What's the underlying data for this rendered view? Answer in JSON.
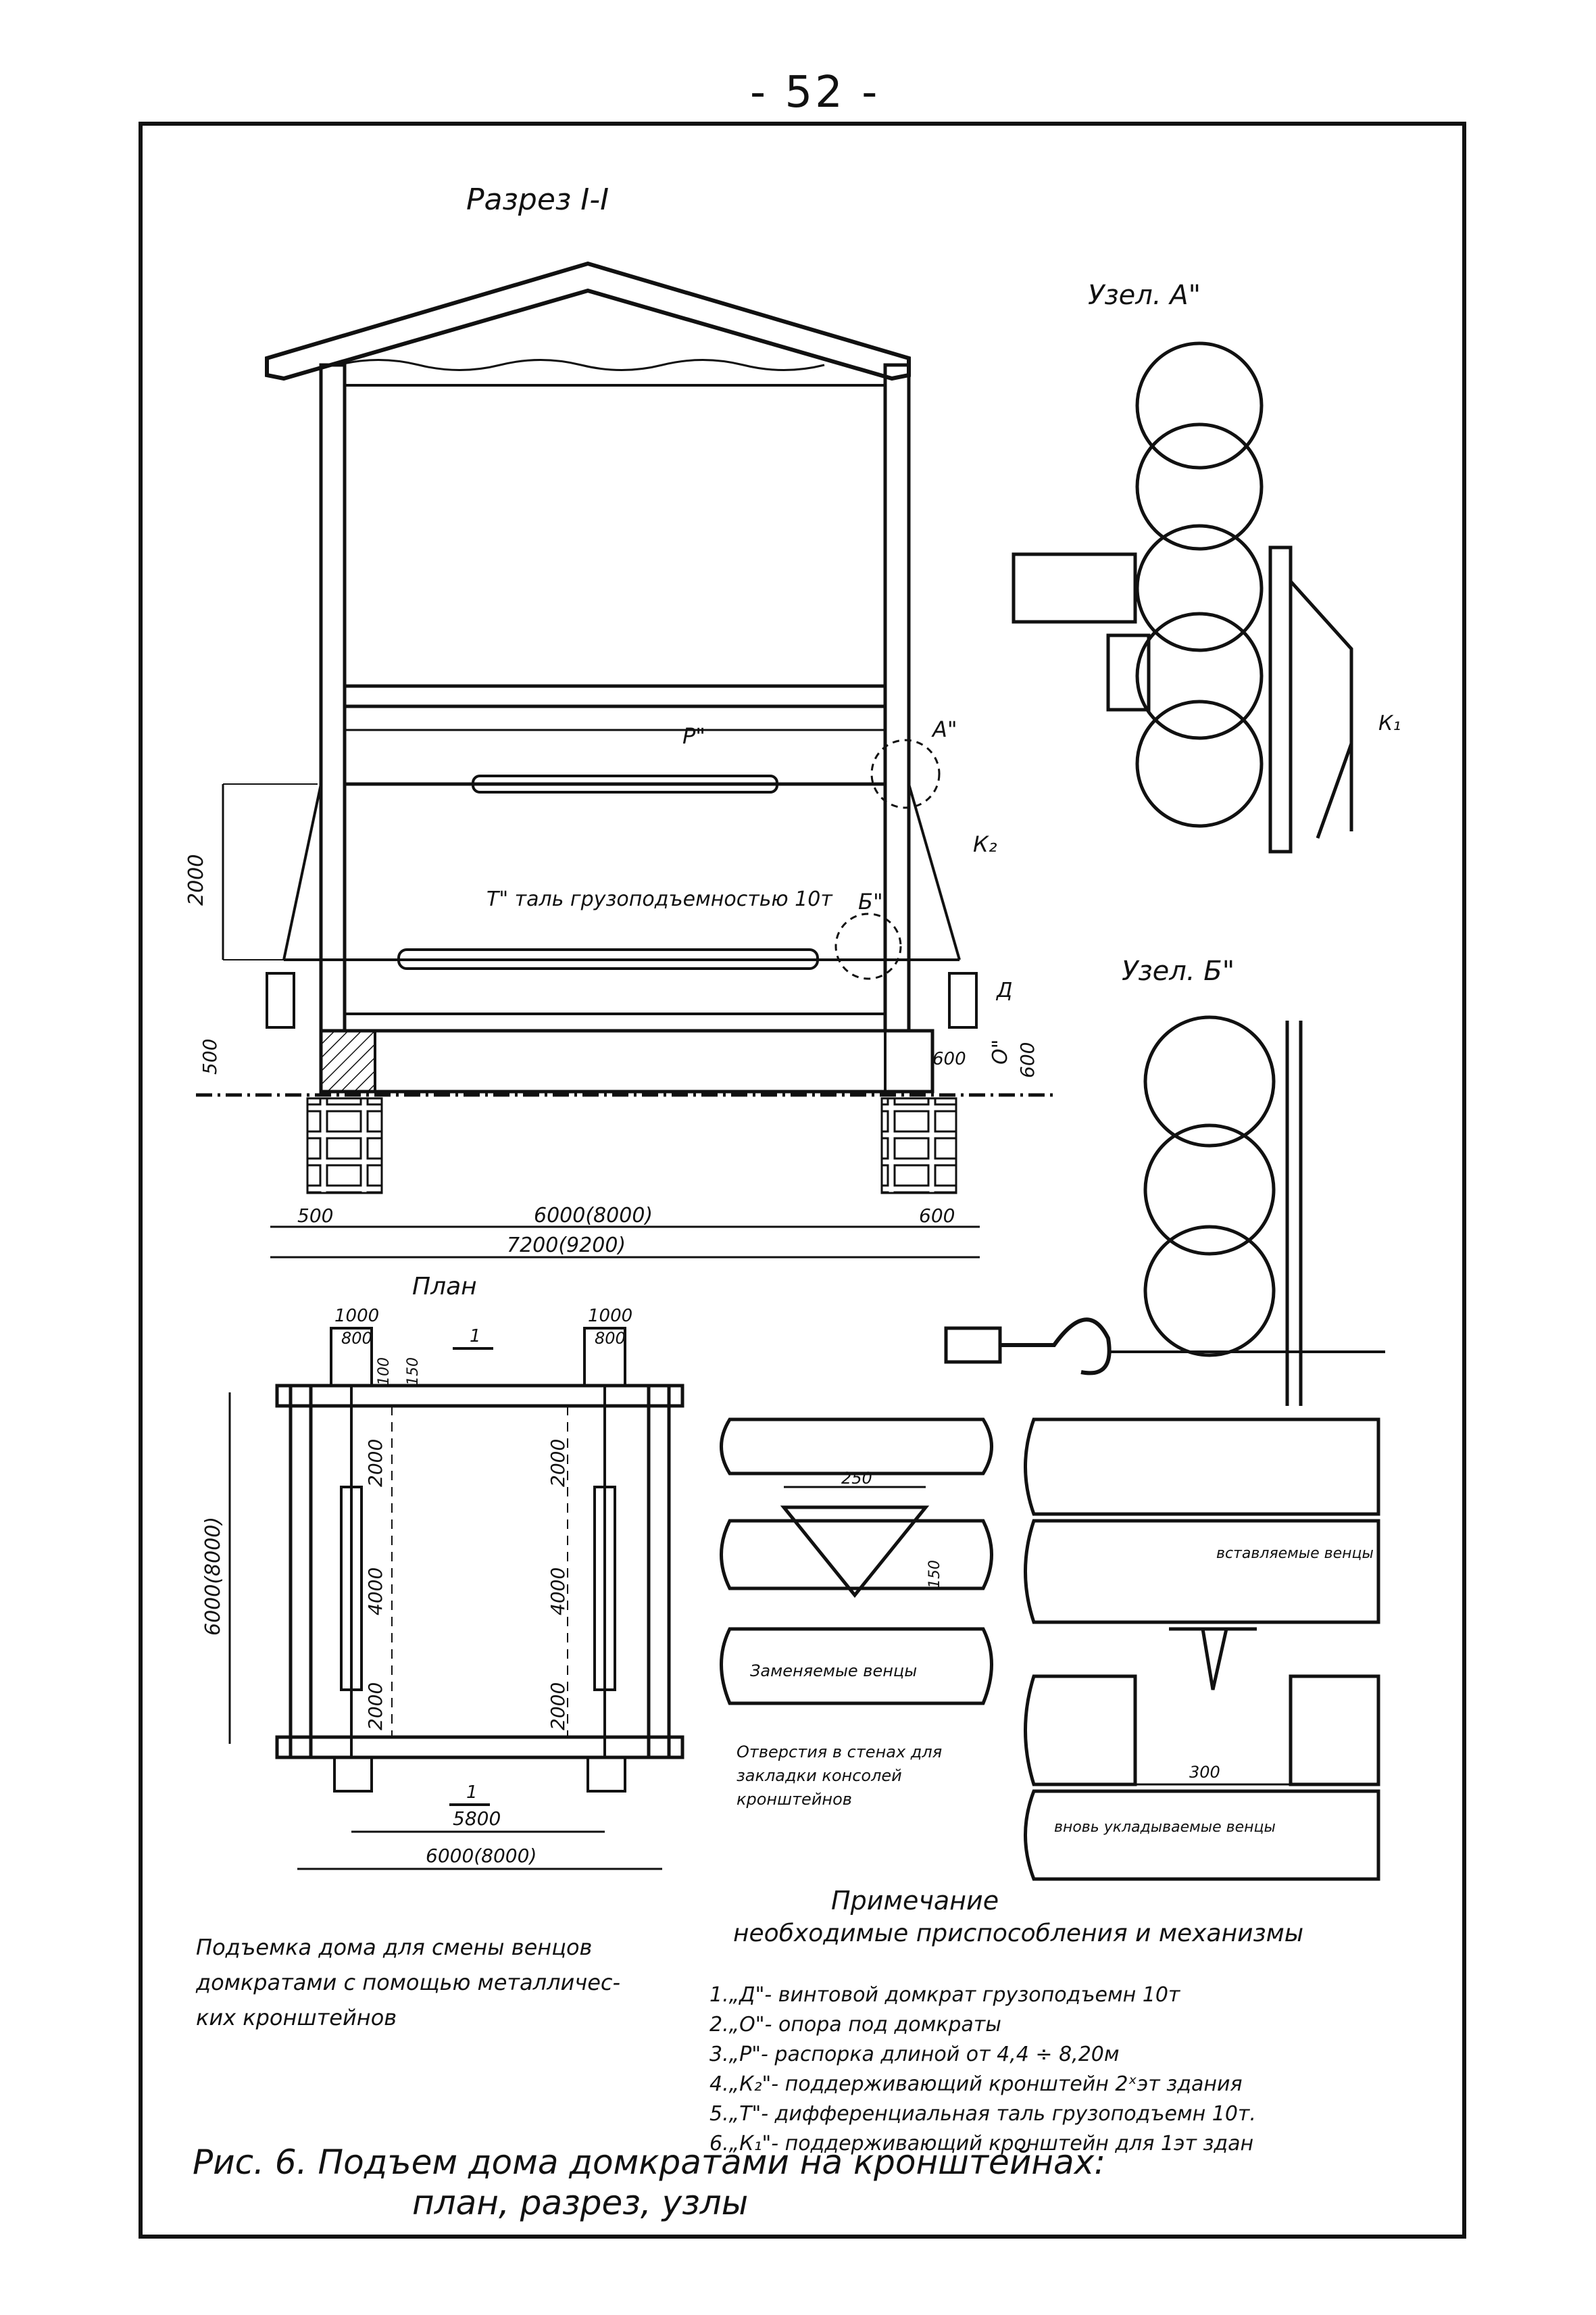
{
  "page_number": "- 52 -",
  "section": {
    "title": "Разрез I-I"
  },
  "node_a": {
    "title": "Узел. А\"",
    "bracket_label": "К₁"
  },
  "node_b": {
    "title": "Узел. Б\""
  },
  "plan": {
    "title": "План"
  },
  "section_labels": {
    "top_beam": "Р\"",
    "corner_a": "А\"",
    "bracket_k2": "К₂",
    "hoist": "Т\" таль грузоподъемностью 10т",
    "corner_b": "Б\"",
    "jack_d": "Д",
    "support_o": "О\"",
    "dim_2000": "2000",
    "dim_500": "500",
    "dim_600": "600",
    "dim_600b": "600",
    "bottom_500": "500",
    "bottom_main": "6000(8000)",
    "bottom_600": "600",
    "bottom_total": "7200(9200)"
  },
  "plan_labels": {
    "d1000a": "1000",
    "d800a": "800",
    "d1000b": "1000",
    "d800b": "800",
    "d100": "100",
    "d150": "150",
    "sec_mark_top": "1",
    "sec_mark_bot": "1",
    "v2000a": "2000",
    "v4000a": "4000",
    "v2000b": "2000",
    "v2000c": "2000",
    "v4000b": "4000",
    "v2000d": "2000",
    "side": "6000(8000)",
    "inner": "5800",
    "outer": "6000(8000)"
  },
  "detail_left": {
    "dim_250": "250",
    "dim_150": "150",
    "replace_label": "Заменяемые венцы",
    "caption_lines": [
      "Отверстия в стенах для",
      "закладки консолей",
      "кронштейнов"
    ]
  },
  "detail_right": {
    "insert_label": "вставляемые венцы",
    "dim_300": "300",
    "lower_label": "вновь укладываемые венцы"
  },
  "caption_left": [
    "Подъемка дома для смены венцов",
    "домкратами с помощью металличес-",
    "ких кронштейнов"
  ],
  "note": {
    "title": "Примечание",
    "subtitle": "необходимые приспособления и механизмы",
    "items": [
      "1.„Д\"- винтовой домкрат грузоподъемн 10т",
      "2.„О\"- опора под домкраты",
      "3.„Р\"- распорка длиной от 4,4 ÷ 8,20м",
      "4.„К₂\"- поддерживающий кронштейн 2ˣэт здания",
      "5.„Т\"- дифференциальная таль грузоподъемн 10т.",
      "6.„К₁\"- поддерживающий кронштейн для 1эт здан"
    ]
  },
  "figure_caption": {
    "line1": "Рис. 6. Подъем дома домкратами на кронштейнах:",
    "line2": "план, разрез, узлы"
  }
}
